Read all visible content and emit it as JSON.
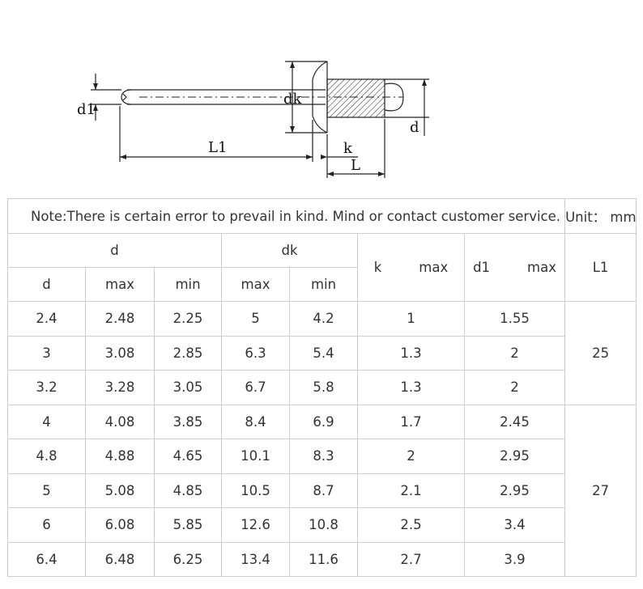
{
  "diagram": {
    "labels": {
      "d1": "d1",
      "dk": "dk",
      "d": "d",
      "L1": "L1",
      "k": "k",
      "L": "L"
    }
  },
  "table": {
    "note": "Note:There is certain error to prevail in kind. Mind or contact customer service.",
    "unit": "Unit： mm",
    "headers": {
      "d_group": "d",
      "dk_group": "dk",
      "k_label": "k",
      "k_max": "max",
      "d1_label": "d1",
      "d1_max": "max",
      "L1": "L1",
      "d": "d",
      "d_max": "max",
      "d_min": "min",
      "dk_max": "max",
      "dk_min": "min"
    },
    "rows": [
      {
        "d": "2.4",
        "d_max": "2.48",
        "d_min": "2.25",
        "dk_max": "5",
        "dk_min": "4.2",
        "k_max": "1",
        "d1_max": "1.55"
      },
      {
        "d": "3",
        "d_max": "3.08",
        "d_min": "2.85",
        "dk_max": "6.3",
        "dk_min": "5.4",
        "k_max": "1.3",
        "d1_max": "2"
      },
      {
        "d": "3.2",
        "d_max": "3.28",
        "d_min": "3.05",
        "dk_max": "6.7",
        "dk_min": "5.8",
        "k_max": "1.3",
        "d1_max": "2"
      },
      {
        "d": "4",
        "d_max": "4.08",
        "d_min": "3.85",
        "dk_max": "8.4",
        "dk_min": "6.9",
        "k_max": "1.7",
        "d1_max": "2.45"
      },
      {
        "d": "4.8",
        "d_max": "4.88",
        "d_min": "4.65",
        "dk_max": "10.1",
        "dk_min": "8.3",
        "k_max": "2",
        "d1_max": "2.95"
      },
      {
        "d": "5",
        "d_max": "5.08",
        "d_min": "4.85",
        "dk_max": "10.5",
        "dk_min": "8.7",
        "k_max": "2.1",
        "d1_max": "2.95"
      },
      {
        "d": "6",
        "d_max": "6.08",
        "d_min": "5.85",
        "dk_max": "12.6",
        "dk_min": "10.8",
        "k_max": "2.5",
        "d1_max": "3.4"
      },
      {
        "d": "6.4",
        "d_max": "6.48",
        "d_min": "6.25",
        "dk_max": "13.4",
        "dk_min": "11.6",
        "k_max": "2.7",
        "d1_max": "3.9"
      }
    ],
    "L1_groups": [
      "25",
      "27"
    ]
  }
}
